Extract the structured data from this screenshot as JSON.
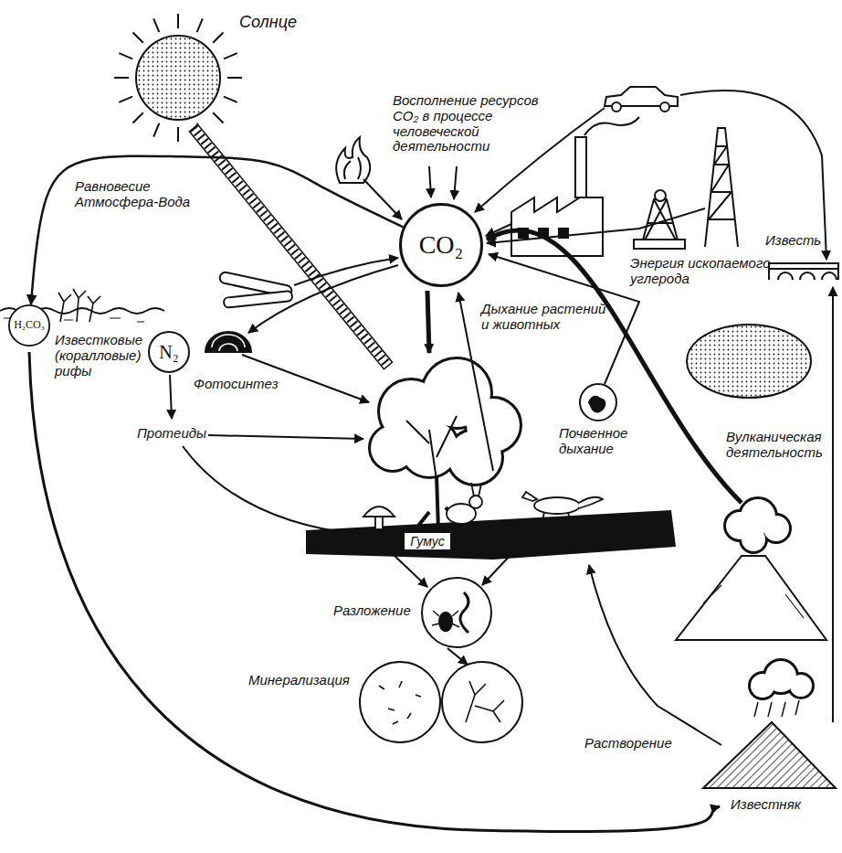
{
  "diagram": {
    "nodes": [
      {
        "text": [
          "CO₂"
        ]
      },
      {
        "text": [
          "H₂CO₃"
        ]
      },
      {
        "text": [
          "N₂"
        ]
      },
      {
        "text": [
          "Гумус"
        ]
      }
    ],
    "edges": [
      {
        "from": 0,
        "to": 1,
        "arrow": "to",
        "label": "Равновесие Атмосфера-Вода"
      }
    ],
    "labels": [
      "Солнце",
      "Восполнение ресурсов CO₂ в процессе человеческой деятельности",
      "Энергия ископаемого углерода",
      "Известь",
      "Известковые (коралловые) рифы",
      "Фотосинтез",
      "Дыхание растений и животных",
      "Почвенное дыхание",
      "Вулканическая деятельность",
      "Протеиды",
      "Разложение",
      "Минерализация",
      "Растворение",
      "Известняк"
    ]
  }
}
